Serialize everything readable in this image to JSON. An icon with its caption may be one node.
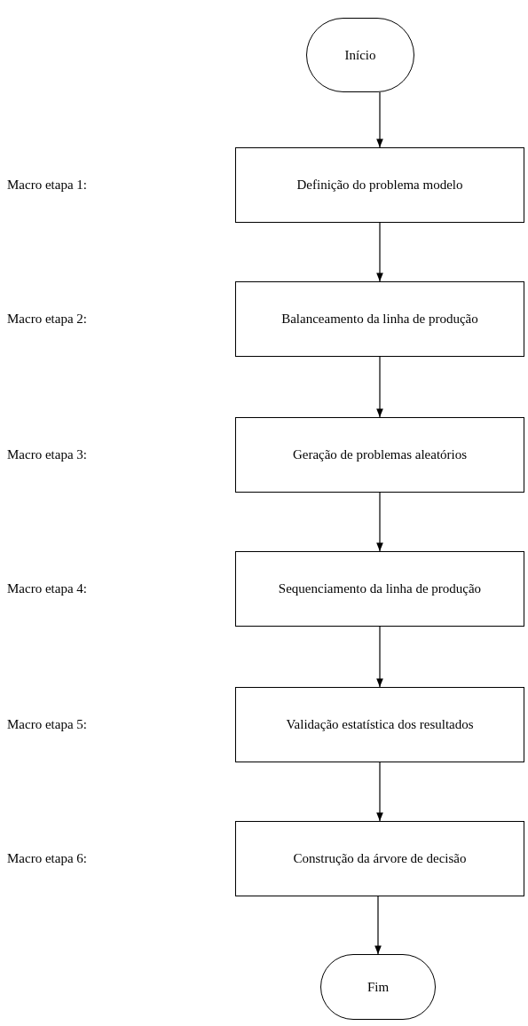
{
  "diagram": {
    "nodes": [
      {
        "text": [
          "Início"
        ]
      },
      {
        "text": [
          "Definição do problema modelo"
        ]
      },
      {
        "text": [
          "Balanceamento da linha de produção"
        ]
      },
      {
        "text": [
          "Geração de problemas aleatórios"
        ]
      },
      {
        "text": [
          "Sequenciamento da linha de produção"
        ]
      },
      {
        "text": [
          "Validação estatística dos resultados"
        ]
      },
      {
        "text": [
          "Construção da árvore de decisão"
        ]
      },
      {
        "text": [
          "Fim"
        ]
      }
    ],
    "edges": [
      {
        "from": 0,
        "to": 1,
        "arrow": "to"
      },
      {
        "from": 1,
        "to": 2,
        "arrow": "to"
      },
      {
        "from": 2,
        "to": 3,
        "arrow": "to"
      },
      {
        "from": 3,
        "to": 4,
        "arrow": "to"
      },
      {
        "from": 4,
        "to": 5,
        "arrow": "to"
      },
      {
        "from": 5,
        "to": 6,
        "arrow": "to"
      },
      {
        "from": 6,
        "to": 7,
        "arrow": "to"
      }
    ],
    "labels": [
      "Macro etapa 1:",
      "Macro etapa 2:",
      "Macro etapa 3:",
      "Macro etapa 4:",
      "Macro etapa 5:",
      "Macro etapa 6:"
    ]
  }
}
